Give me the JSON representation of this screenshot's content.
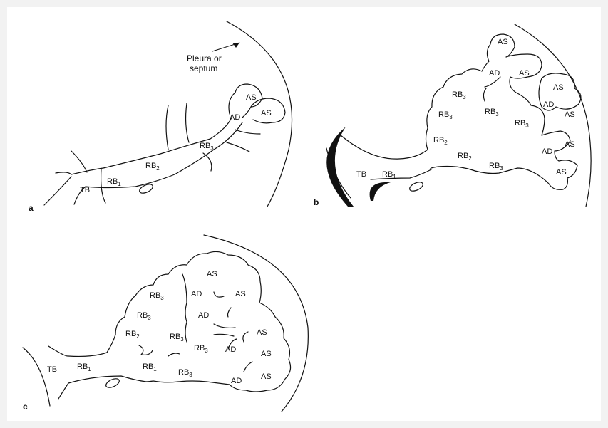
{
  "figure": {
    "panels": [
      {
        "id": "a",
        "panel_label": "a",
        "annotation": {
          "line1": "Pleura or",
          "line2": "septum"
        },
        "labels": {
          "tb": "TB",
          "rb1": "RB",
          "rb2": "RB",
          "rb3": "RB",
          "ad": "AD",
          "as1": "AS",
          "as2": "AS"
        },
        "subscripts": {
          "rb1": "1",
          "rb2": "2",
          "rb3": "3"
        }
      },
      {
        "id": "b",
        "panel_label": "b",
        "labels": {
          "tb": "TB",
          "rb1": "RB",
          "rb2a": "RB",
          "rb2b": "RB",
          "rb3a": "RB",
          "rb3b": "RB",
          "rb3c": "RB",
          "rb3d": "RB",
          "rb3e": "RB",
          "ad1": "AD",
          "ad2": "AD",
          "ad3": "AD",
          "as1": "AS",
          "as2": "AS",
          "as3": "AS",
          "as4": "AS",
          "as5": "AS",
          "as6": "AS"
        },
        "subscripts": {
          "rb1": "1",
          "rb2a": "2",
          "rb2b": "2",
          "rb3a": "3",
          "rb3b": "3",
          "rb3c": "3",
          "rb3d": "3",
          "rb3e": "3"
        }
      },
      {
        "id": "c",
        "panel_label": "c",
        "labels": {
          "tb": "TB",
          "rb1a": "RB",
          "rb1b": "RB",
          "rb2": "RB",
          "rb3a": "RB",
          "rb3b": "RB",
          "rb3c": "RB",
          "rb3d": "RB",
          "rb3e": "RB",
          "ad1": "AD",
          "ad2": "AD",
          "ad3": "AD",
          "ad4": "AD",
          "as1": "AS",
          "as2": "AS",
          "as3": "AS",
          "as4": "AS",
          "as5": "AS"
        },
        "subscripts": {
          "rb1a": "1",
          "rb1b": "1",
          "rb2": "2",
          "rb3a": "3",
          "rb3b": "3",
          "rb3c": "3",
          "rb3d": "3",
          "rb3e": "3"
        }
      }
    ]
  }
}
